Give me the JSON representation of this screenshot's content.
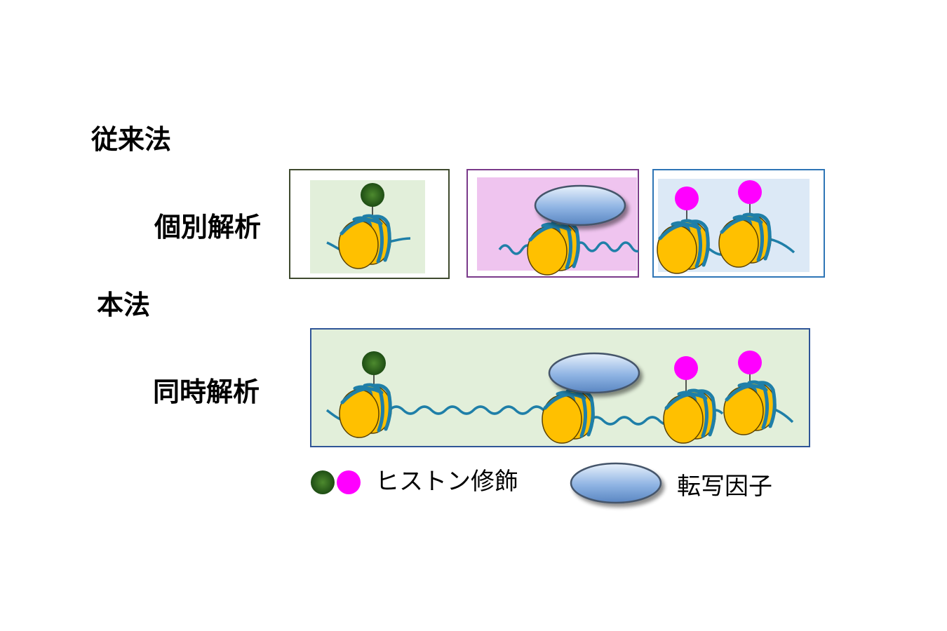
{
  "labels": {
    "conventional_method": "従来法",
    "individual_analysis": "個別解析",
    "this_method": "本法",
    "simultaneous_analysis": "同時解析"
  },
  "legend": {
    "histone_modification": "ヒストン修飾",
    "transcription_factor": "転写因子"
  },
  "colors": {
    "histone_mod_green": "#2f6b1f",
    "histone_mod_magenta": "#ff00ff",
    "nucleosome": "#ffc000",
    "dna": "#1f7fa8",
    "panel_green_bg": "#e2efda",
    "panel_green_border": "#3f4a2e",
    "panel_pink_bg": "#efc4ef",
    "panel_pink_border": "#7a3a8a",
    "panel_blue_bg": "#dce9f6",
    "panel_blue_border": "#2e75b6",
    "panel_main_bg": "#e2efda",
    "panel_main_border": "#2f5597"
  }
}
